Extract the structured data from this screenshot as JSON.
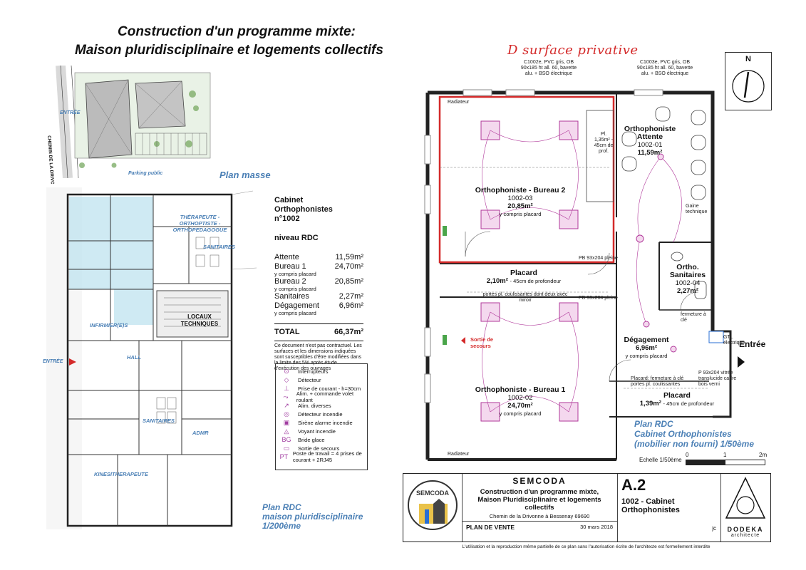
{
  "title": {
    "line1": "Construction d'un programme mixte:",
    "line2": "Maison pluridisciplinaire et logements collectifs"
  },
  "plan_masse": {
    "label": "Plan masse",
    "entree": "ENTRÉE",
    "chemin": "CHEMIN DE LA DRIVONNE",
    "parking": "Parking public"
  },
  "plan_rdc_small": {
    "label_line1": "Plan RDC",
    "label_line2": "maison pluridisciplinaire",
    "label_line3": "1/200ème",
    "rooms": {
      "therapeute": "THÉRAPEUTE - ORTHOPTISTE - ORTHOPEDAGOGUE",
      "sanitaires1": "SANITAIRES",
      "locaux": "LOCAUX TECHNIQUES",
      "infirmiers": "INFIRMIER(E)S",
      "hall": "HALL",
      "entree": "ENTRÉE",
      "sanitaires2": "SANITAIRES",
      "admr": "ADMR",
      "kine": "KINESITHERAPEUTE"
    }
  },
  "surface_table": {
    "heading1": "Cabinet Orthophonistes",
    "heading2": "n°1002",
    "niveau": "niveau RDC",
    "rows": [
      {
        "name": "Attente",
        "sub": "",
        "value": "11,59m²"
      },
      {
        "name": "Bureau 1",
        "sub": "y compris placard",
        "value": "24,70m²"
      },
      {
        "name": "Bureau 2",
        "sub": "y compris placard",
        "value": "20,85m²"
      },
      {
        "name": "Sanitaires",
        "sub": "",
        "value": "2,27m²"
      },
      {
        "name": "Dégagement",
        "sub": "y compris placard",
        "value": "6,96m²"
      }
    ],
    "total_label": "TOTAL",
    "total_value": "66,37m²",
    "note": "Ce document n'est pas contractuel. Les surfaces et les dimensions indiquées sont susceptibles d'être modifiées dans la limite des 5% après étude d'exécution des ouvrages"
  },
  "legend": [
    {
      "icon": "interrupteur-icon",
      "glyph": "⊙",
      "label": "Interrupteurs"
    },
    {
      "icon": "detecteur-icon",
      "glyph": "◇",
      "label": "Détecteur"
    },
    {
      "icon": "prise-icon",
      "glyph": "⊥",
      "label": "Prise de courant - h=30cm"
    },
    {
      "icon": "volet-icon",
      "glyph": "⤳",
      "label": "Alim. + commande volet roulant"
    },
    {
      "icon": "alim-icon",
      "glyph": "↗",
      "label": "Alim. diverses"
    },
    {
      "icon": "detecteur-incendie-icon",
      "glyph": "◎",
      "label": "Détecteur incendie"
    },
    {
      "icon": "sirene-icon",
      "glyph": "▣",
      "label": "Sirène alarme incendie"
    },
    {
      "icon": "voyant-icon",
      "glyph": "◬",
      "label": "Voyant incendie"
    },
    {
      "icon": "bride-icon",
      "glyph": "BG",
      "label": "Bride glace"
    },
    {
      "icon": "sortie-icon",
      "glyph": "▭",
      "label": "Sortie de secours"
    },
    {
      "icon": "poste-icon",
      "glyph": "PT",
      "label": "Poste de travail = 4 prises de courant + 2RJ45"
    }
  ],
  "handwritten": "D surface privative",
  "north": "N",
  "plan": {
    "attente": {
      "name": "Orthophoniste Attente",
      "code": "1002-01",
      "area": "11,59m²"
    },
    "bureau2": {
      "name": "Orthophoniste - Bureau 2",
      "code": "1002-03",
      "area": "20,85m²",
      "sub": "y compris placard"
    },
    "placard1": {
      "name": "Placard",
      "area": "2,10m²",
      "depth": "- 45cm de profondeur",
      "note": "portes pl. coulissantes dont deux avec miroir"
    },
    "sanitaires": {
      "name": "Ortho. Sanitaires",
      "code": "1002-04",
      "area": "2,27m²"
    },
    "degagement": {
      "name": "Dégagement",
      "area": "6,96m²",
      "sub": "y compris placard"
    },
    "bureau1": {
      "name": "Orthophoniste - Bureau 1",
      "code": "1002-02",
      "area": "24,70m²",
      "sub": "y compris placard"
    },
    "placard2": {
      "name": "Placard",
      "area": "1,39m²",
      "depth": "- 45cm de profondeur",
      "note": "Placard: fermeture à clé portes pl. coulissantes"
    },
    "entree": "Entrée",
    "sortie_secours": "Sortie de secours",
    "pl_note": "Pl. 1,35m² - 45cm de prof.",
    "radiateur": "Radiateur",
    "gaine": "Gaine technique",
    "door_pb1": "PB 93x204 pleine",
    "door_pb2": "PB 93x204 pleine",
    "door_p": "P 93x204 vitrée translucide cadre bois verni",
    "window_top1": "C1002e, PVC gris, OB 90x185 ht all. 60, bavette alu. + BSO électrique",
    "window_top2": "C1003e, PVC gris, OB 90x185 ht all. 60, bavette alu. + BSO électrique",
    "gtl": "GTL électrique",
    "fermeture": "fermeture à clé"
  },
  "plan_label": {
    "line1": "Plan RDC",
    "line2": "Cabinet Orthophonistes",
    "line3": "(mobilier non fourni) 1/50ème"
  },
  "scale": {
    "label": "Echelle 1/50ème",
    "t0": "0",
    "t1": "1",
    "t2": "2m"
  },
  "cartouche": {
    "company": "SEMCODA",
    "project1": "Construction d'un programme mixte,",
    "project2": "Maison Pluridisciplinaire et logements",
    "project3": "collectifs",
    "address": "Chemin de la Drivonne à Bessenay 69690",
    "sheet": "A.2",
    "sheet_title1": "1002 - Cabinet",
    "sheet_title2": "Orthophonistes",
    "plan_de_vente": "PLAN DE VENTE",
    "date": "30 mars 2018",
    "author": "jc",
    "architect1": "DODEKA",
    "architect2": "architecte",
    "disclaimer": "L'utilisation et la reproduction même partielle de ce plan sans l'autorisation écrite de l'architecte est formellement interdite"
  },
  "colors": {
    "accent_blue": "#4a7fb5",
    "highlight_red": "#d42a2a",
    "fixture_magenta": "#b0389a"
  }
}
